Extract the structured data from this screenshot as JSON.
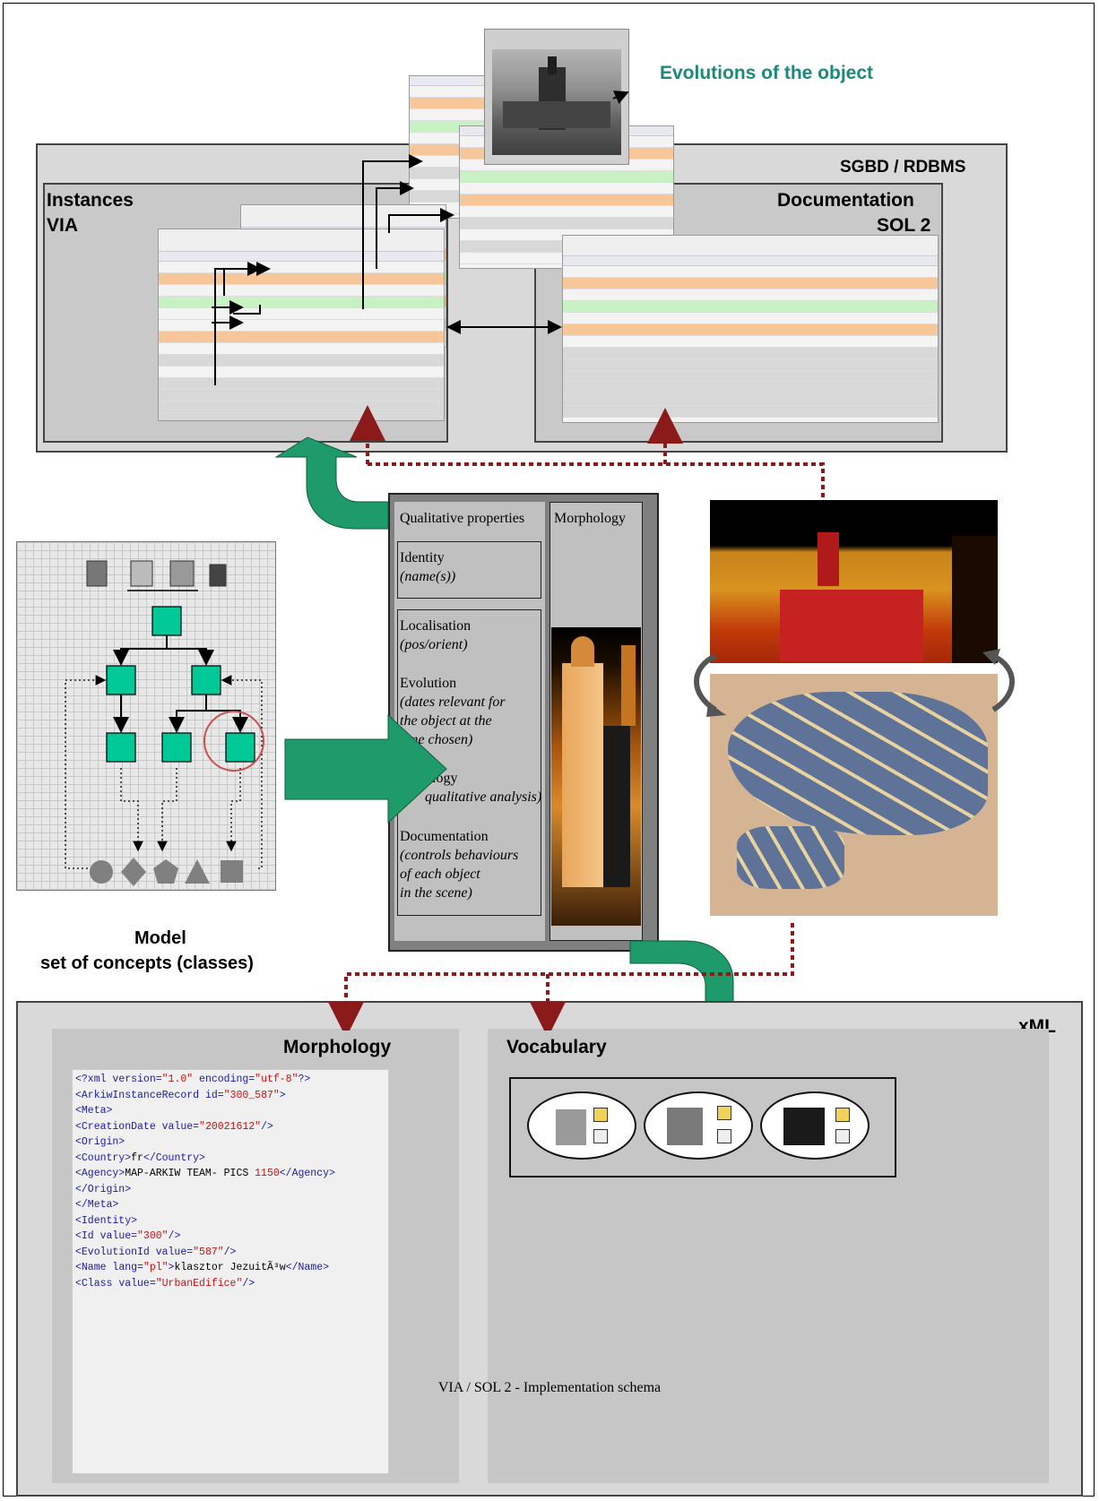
{
  "caption": "VIA / SOL 2 - Implementation  schema",
  "labels": {
    "evolutions": "Evolutions of the object",
    "sgbd": "SGBD / RDBMS",
    "instances_line1": "Instances",
    "instances_line2": "VIA",
    "documentation_line1": "Documentation",
    "documentation_line2": "SOL 2",
    "model_line1": "Model",
    "model_line2": "set of concepts (classes)",
    "xml": "xML",
    "morphology": "Morphology",
    "vocabulary": "Vocabulary"
  },
  "center_panel": {
    "qualitative_title": "Qualitative properties",
    "morphology_title": "Morphology",
    "identity": "Identity",
    "identity_sub": "(name(s))",
    "localisation": "Localisation",
    "localisation_sub": "(pos/orient)",
    "evolution": "Evolution",
    "evolution_sub_1": "(dates relevant for",
    "evolution_sub_2": "the object at the",
    "evolution_sub_3": "time chosen)",
    "typology": "ology",
    "typology_sub": "qualitative analysis)",
    "documentation": "Documentation",
    "documentation_sub_1": "(controls behaviours",
    "documentation_sub_2": "of each object",
    "documentation_sub_3": "in the scene)"
  },
  "xml_code": [
    {
      "t": "<?xml ",
      "a": "version=",
      "v": "\"1.0\"",
      "a2": " encoding=",
      "v2": "\"utf-8\"",
      "e": "?>"
    },
    {
      "t": "<ArkiwInstanceRecord ",
      "a": "id=",
      "v": "\"300_587\"",
      "e": ">"
    },
    {
      "t": "<Meta>"
    },
    {
      "t": "<CreationDate ",
      "a": "value=",
      "v": "\"20021612\"",
      "e": "/>"
    },
    {
      "t": "<Origin>"
    },
    {
      "t": "<Country>",
      "k": "fr",
      "e": "</Country>"
    },
    {
      "t": "<Agency>",
      "k": "MAP-ARKIW TEAM- PICS ",
      "v": "1150",
      "e": "</Agency>"
    },
    {
      "t": "</Origin>"
    },
    {
      "t": "</Meta>"
    },
    {
      "t": "<Identity>"
    },
    {
      "t": "<Id ",
      "a": "value=",
      "v": "\"300\"",
      "e": "/>"
    },
    {
      "t": "<EvolutionId ",
      "a": "value=",
      "v": "\"587\"",
      "e": "/>"
    },
    {
      "t": "<Name ",
      "a": "lang=",
      "v": "\"pl\"",
      "e": ">",
      "k": "klasztor JezuitÃ³w",
      "e2": "</Name>"
    },
    {
      "t": "<Class ",
      "a": "value=",
      "v": "\"UrbanEdifice\"",
      "e": "/>"
    }
  ],
  "colors": {
    "teal_title": "#1a8a7a",
    "green_arrow": "#1f9a6a",
    "node_green": "#00c896",
    "dotted_red": "#8b1a1a"
  }
}
